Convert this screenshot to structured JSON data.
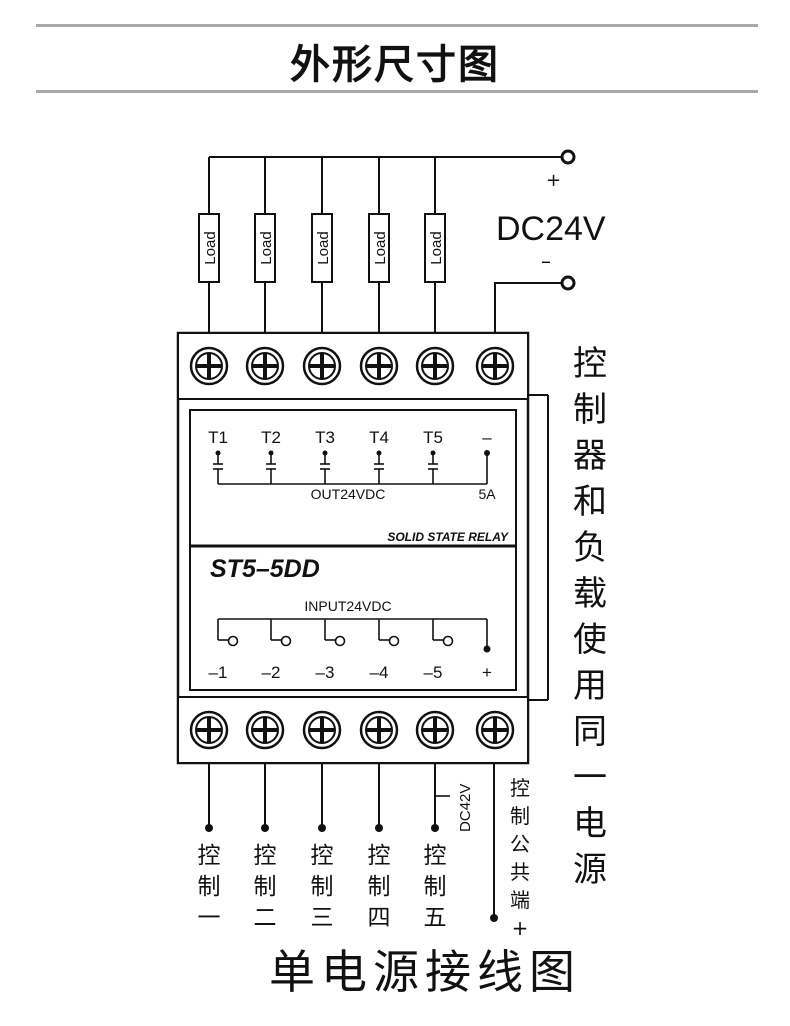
{
  "title": "外形尺寸图",
  "supply": {
    "label": "DC24V",
    "plus": "+",
    "minus": "–"
  },
  "loads": [
    "Load",
    "Load",
    "Load",
    "Load",
    "Load"
  ],
  "outputs": {
    "terminals": [
      "T1",
      "T2",
      "T3",
      "T4",
      "T5",
      "–"
    ],
    "label": "OUT24VDC",
    "current": "5A"
  },
  "relay": {
    "type_label": "SOLID STATE RELAY",
    "model": "ST5–5DD"
  },
  "inputs": {
    "label": "INPUT24VDC",
    "terminals": [
      "–1",
      "–2",
      "–3",
      "–4",
      "–5",
      "+"
    ]
  },
  "side_note": "控制器和负载使用同一电源",
  "controls": [
    "控制一",
    "控制二",
    "控制三",
    "控制四",
    "控制五"
  ],
  "dc_small": "DC42V",
  "common_label": "控制公共端+",
  "caption": "单电源接线图"
}
